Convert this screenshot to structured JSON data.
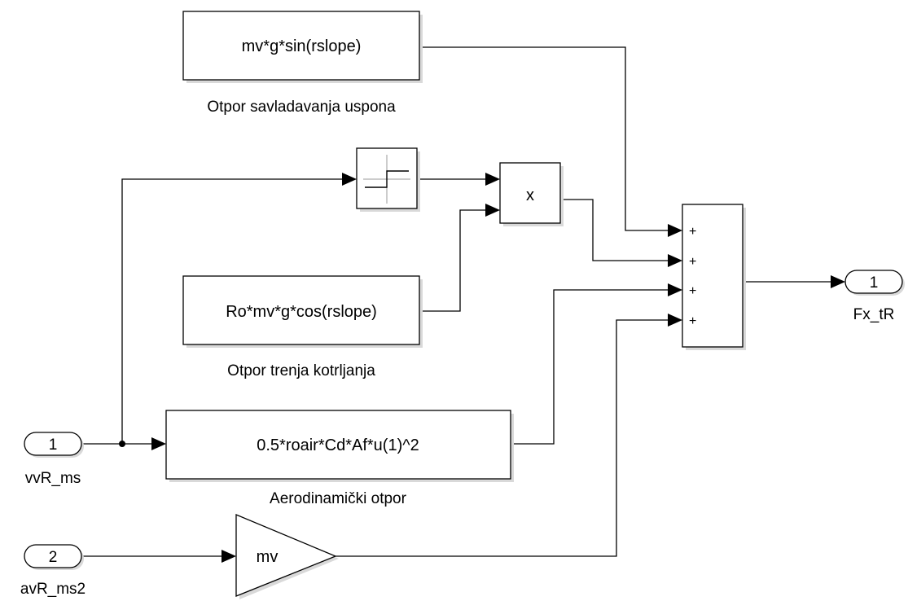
{
  "blocks": {
    "slope_fcn": {
      "expression": "mv*g*sin(rslope)",
      "caption": "Otpor savladavanja uspona"
    },
    "roll_fcn": {
      "expression": "Ro*mv*g*cos(rslope)",
      "caption": "Otpor trenja kotrljanja"
    },
    "aero_fcn": {
      "expression": "0.5*roair*Cd*Af*u(1)^2",
      "caption": "Aerodinamički otpor"
    },
    "product": {
      "symbol": "x"
    },
    "sum": {
      "signs": [
        "+",
        "+",
        "+",
        "+"
      ]
    },
    "gain": {
      "label": "mv"
    }
  },
  "ports": {
    "in1": {
      "number": "1",
      "name": "vvR_ms"
    },
    "in2": {
      "number": "2",
      "name": "avR_ms2"
    },
    "out1": {
      "number": "1",
      "name": "Fx_tR"
    }
  }
}
